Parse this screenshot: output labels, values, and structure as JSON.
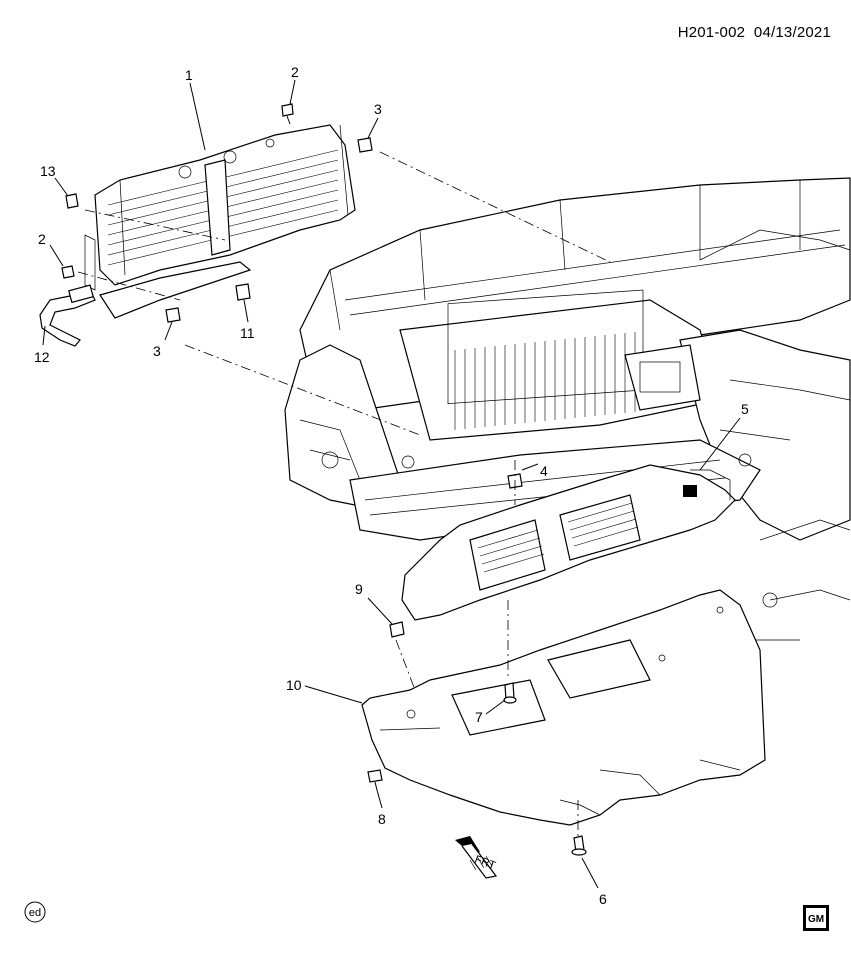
{
  "document": {
    "id": "H201-002",
    "date": "04/13/2021",
    "footer_code": "ed",
    "brand_mark": "GM"
  },
  "direction_marker": {
    "label": "FRT"
  },
  "callouts": [
    "1",
    "2",
    "3",
    "13",
    "2",
    "3",
    "11",
    "12",
    "4",
    "5",
    "9",
    "10",
    "7",
    "8",
    "6"
  ]
}
